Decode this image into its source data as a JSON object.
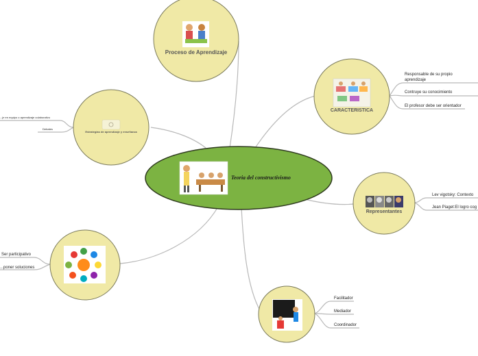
{
  "central": {
    "title": "Teoria del constructivismo"
  },
  "nodes": {
    "proceso": {
      "label": "Proceso de Aprendizaje"
    },
    "caracteristica": {
      "label": "CARACTERISTICA",
      "leaves": [
        "Responsable de su propio aprendizaje",
        "Contruye su conocimiento",
        "El profesor debe ser orientador"
      ]
    },
    "estrategias": {
      "label": "Estrategias de aprendizaje y enseñanza",
      "leaves": [
        "...je en equipo o aprendizaje colaborativo",
        "Debates"
      ]
    },
    "representantes": {
      "label": "Representantes",
      "leaves": [
        "Lev vigotsky: Contexto",
        "Jean Piaget:El logro cog"
      ]
    },
    "alumno": {
      "leaves": [
        "Ser participativo",
        "...poner soluciones"
      ]
    },
    "docente": {
      "leaves": [
        "Facilitador",
        "Mediador",
        "Coordinador"
      ]
    }
  },
  "colors": {
    "central_fill": "#7cb342",
    "bubble_fill": "#f0e9a6",
    "line": "#b0b0b0"
  },
  "icons": [
    "classroom-picture-icon",
    "teacher-picture-icon",
    "camera-placeholder-icon",
    "children-circle-picture-icon",
    "portraits-picture-icon",
    "chalkboard-teacher-picture-icon"
  ]
}
